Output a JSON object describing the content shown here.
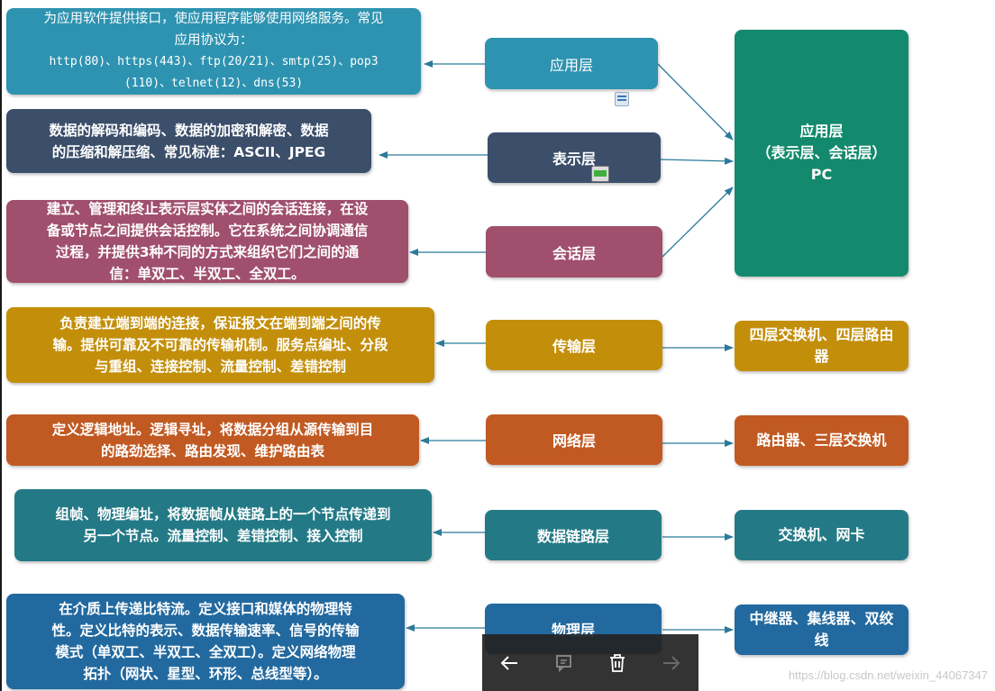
{
  "layers": [
    {
      "name": "应用层",
      "color": "#2e93b0",
      "desc_lines": [
        "为应用软件提供接口，使应用程序能够使用网络服务。常见",
        "应用协议为："
      ],
      "protocol_lines": [
        "http(80)、https(443)、ftp(20/21)、smtp(25)、pop3",
        "(110)、telnet(12)、dns(53)"
      ]
    },
    {
      "name": "表示层",
      "color": "#3b4e6a",
      "desc_lines": [
        "数据的解码和编码、数据的加密和解密、数据",
        "的压缩和解压缩、常见标准：ASCII、JPEG"
      ]
    },
    {
      "name": "会话层",
      "color": "#a04f6d",
      "desc_lines": [
        "建立、管理和终止表示层实体之间的会话连接，在设",
        "备或节点之间提供会话控制。它在系统之间协调通信",
        "过程，并提供3种不同的方式来组织它们之间的通",
        "信：单双工、半双工、全双工。"
      ]
    },
    {
      "name": "传输层",
      "color": "#c38f0b",
      "desc_lines": [
        "负责建立端到端的连接，保证报文在端到端之间的传",
        "输。提供可靠及不可靠的传输机制。服务点编址、分段",
        "与重组、连接控制、流量控制、差错控制"
      ],
      "device": "四层交换机、四层路由器"
    },
    {
      "name": "网络层",
      "color": "#c15a22",
      "desc_lines": [
        "定义逻辑地址。逻辑寻址，将数据分组从源传输到目",
        "的路劲选择、路由发现、维护路由表"
      ],
      "device": "路由器、三层交换机"
    },
    {
      "name": "数据链路层",
      "color": "#237a86",
      "desc_lines": [
        "组帧、物理编址，将数据帧从链路上的一个节点传递到",
        "另一个节点。流量控制、差错控制、接入控制"
      ],
      "device": "交换机、网卡"
    },
    {
      "name": "物理层",
      "color": "#22699f",
      "desc_lines": [
        "在介质上传递比特流。定义接口和媒体的物理特",
        "性。定义比特的表示、数据传输速率、信号的传输",
        "模式（单双工、半双工、全双工）。定义网络物理",
        "拓扑（网状、星型、环形、总线型等）。"
      ],
      "device": "中继器、集线器、双绞线"
    }
  ],
  "upper_group": {
    "lines": [
      "应用层",
      "（表示层、会话层）",
      "PC"
    ],
    "color": "#138a6e"
  },
  "arrow_color": "#2b7a9a",
  "viewer_toolbar": {
    "buttons": [
      {
        "icon": "back-arrow-icon"
      },
      {
        "icon": "chat-icon"
      },
      {
        "icon": "trash-icon"
      },
      {
        "icon": "forward-arrow-icon"
      }
    ]
  },
  "watermark": "https://blog.csdn.net/weixin_44067347"
}
